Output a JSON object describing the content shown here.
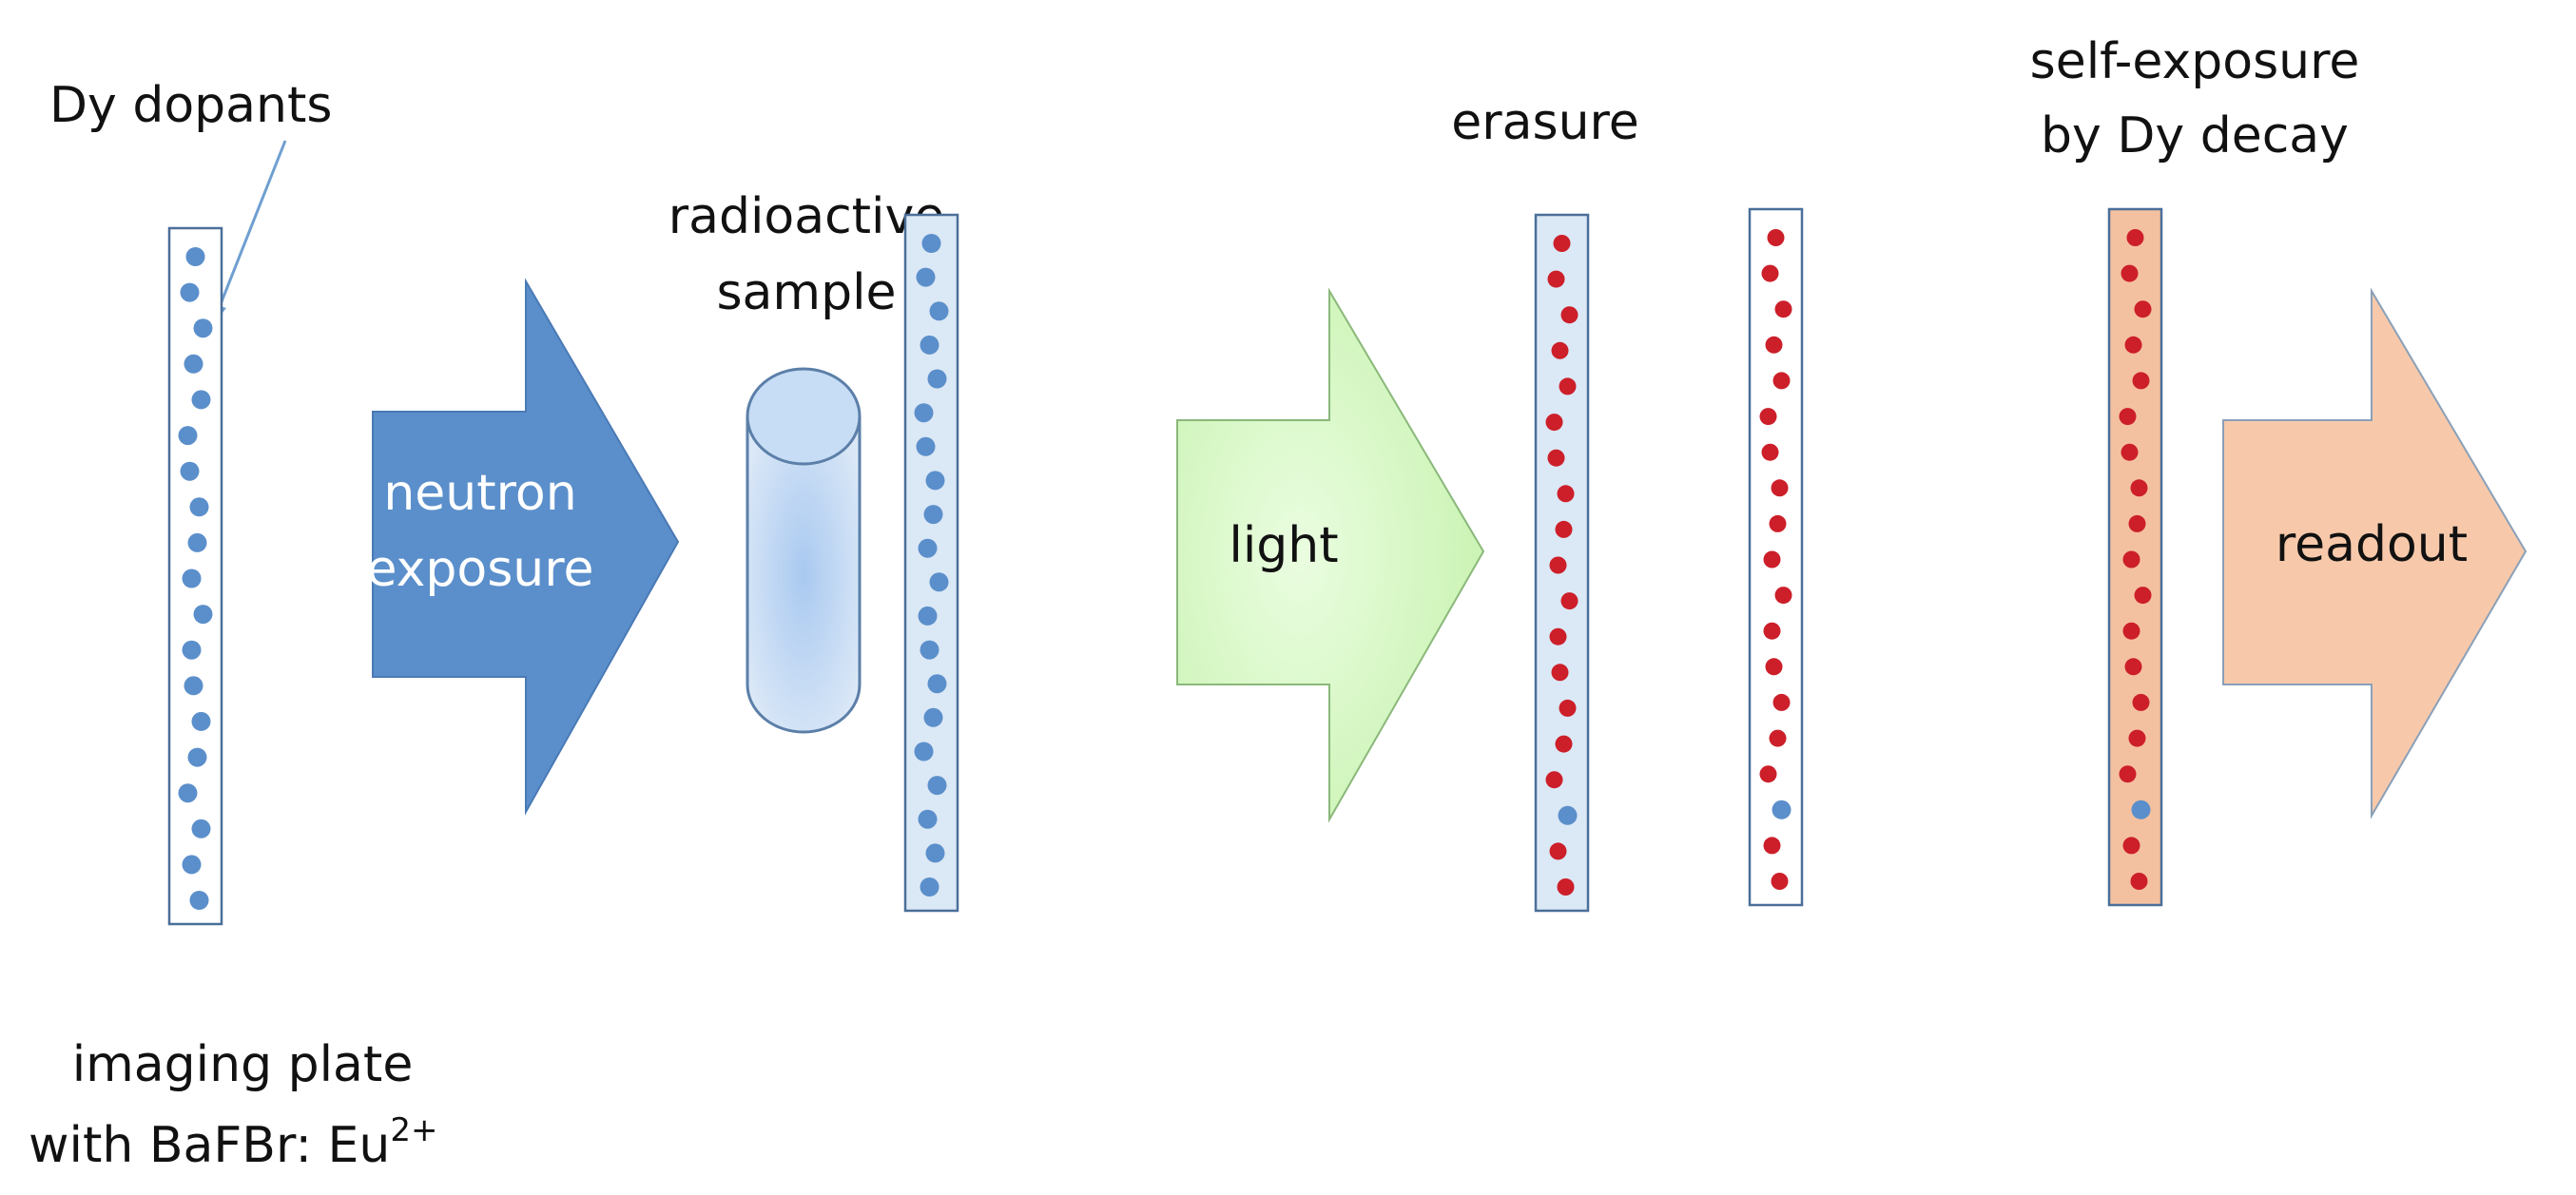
{
  "labels": {
    "dy_dopants": "Dy dopants",
    "radioactive_sample_line1": "radioactive",
    "radioactive_sample_line2": "sample",
    "erasure": "erasure",
    "self_exposure_line1": "self-exposure",
    "self_exposure_line2": "by Dy decay",
    "imaging_plate_line1": "imaging plate",
    "imaging_plate_line2": "with BaFBr: Eu",
    "imaging_plate_superscript": "2+"
  },
  "arrows": {
    "neutron_line1": "neutron",
    "neutron_line2": "exposure",
    "light": "light",
    "readout": "readout"
  },
  "colors": {
    "neutron_arrow_fill": "#5b8fcb",
    "light_arrow_fill": "#d6f7c4",
    "readout_arrow_fill": "#f7c9aa",
    "plate_fill_blue": "#dbe8f5",
    "plate_fill_orange": "#f4c1a0",
    "plate_fill_white": "#ffffff",
    "dot_blue": "#5b8fcb",
    "dot_red": "#cc1f2a",
    "outline": "#4a6f99"
  },
  "plates": [
    {
      "name": "plate-initial",
      "fill": "white",
      "dots": [
        "blue",
        "blue",
        "blue",
        "blue",
        "blue",
        "blue",
        "blue",
        "blue",
        "blue",
        "blue",
        "blue",
        "blue",
        "blue",
        "blue",
        "blue",
        "blue",
        "blue",
        "blue",
        "blue"
      ]
    },
    {
      "name": "plate-exposed",
      "fill": "blue",
      "dots": [
        "blue",
        "blue",
        "blue",
        "blue",
        "blue",
        "blue",
        "blue",
        "blue",
        "blue",
        "blue",
        "blue",
        "blue",
        "blue",
        "blue",
        "blue",
        "blue",
        "blue",
        "blue",
        "blue",
        "blue"
      ]
    },
    {
      "name": "plate-after-light",
      "fill": "blue",
      "dots": [
        "red",
        "red",
        "red",
        "red",
        "red",
        "red",
        "red",
        "red",
        "red",
        "red",
        "red",
        "red",
        "red",
        "red",
        "red",
        "red",
        "blue",
        "red",
        "red"
      ]
    },
    {
      "name": "plate-erased",
      "fill": "white",
      "dots": [
        "red",
        "red",
        "red",
        "red",
        "red",
        "red",
        "red",
        "red",
        "red",
        "red",
        "red",
        "red",
        "red",
        "red",
        "red",
        "red",
        "blue",
        "red",
        "red"
      ]
    },
    {
      "name": "plate-self-exposure",
      "fill": "orange",
      "dots": [
        "red",
        "red",
        "red",
        "red",
        "red",
        "red",
        "red",
        "red",
        "red",
        "red",
        "red",
        "red",
        "red",
        "red",
        "red",
        "red",
        "blue",
        "red",
        "red"
      ]
    }
  ]
}
